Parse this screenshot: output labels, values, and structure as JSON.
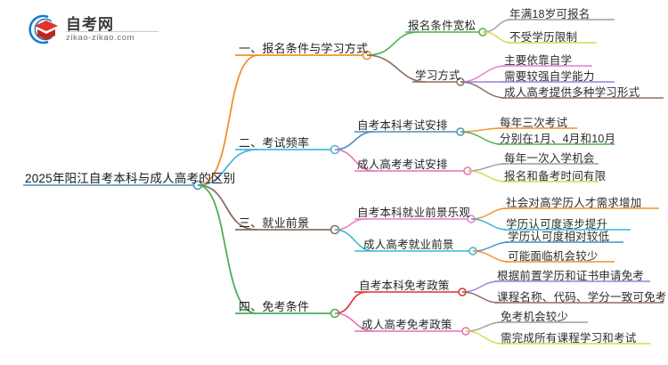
{
  "logo": {
    "name_cn": "自考网",
    "name_en": "zikao-zikao.com",
    "mark_colors": {
      "ring": "#1a7bc4",
      "book": "#e0352b",
      "book_dark": "#c0261f"
    }
  },
  "mindmap": {
    "root": {
      "label": "2025年阳江自考本科与成人高考的区别",
      "color": "#4a90c4"
    },
    "branches": [
      {
        "label": "一、报名条件与学习方式",
        "color": "#f0922b",
        "children": [
          {
            "label": "报名条件宽松",
            "color": "#4caf50",
            "children": [
              {
                "label": "年满18岁可报名",
                "color": "#9e9e9e"
              },
              {
                "label": "不受学历限制",
                "color": "#d8d84a"
              }
            ]
          },
          {
            "label": "学习方式",
            "color": "#8d6e63",
            "children": [
              {
                "label": "主要依靠自学",
                "color": "#e87fd0"
              },
              {
                "label": "需要较强自学能力",
                "color": "#9c7fe0"
              },
              {
                "label": "成人高考提供多种学习形式",
                "color": "#8d6e63"
              }
            ]
          }
        ]
      },
      {
        "label": "二、考试频率",
        "color": "#4ab8d8",
        "children": [
          {
            "label": "自考本科考试安排",
            "color": "#4a90c4",
            "children": [
              {
                "label": "每年三次考试",
                "color": "#f0922b"
              },
              {
                "label": "分别在1月、4月和10月",
                "color": "#4caf50"
              }
            ]
          },
          {
            "label": "成人高考考试安排",
            "color": "#e86fb8",
            "children": [
              {
                "label": "每年一次入学机会",
                "color": "#9e9e9e"
              },
              {
                "label": "报名和备考时间有限",
                "color": "#d8d84a"
              }
            ]
          }
        ]
      },
      {
        "label": "三、就业前景",
        "color": "#8d6e63",
        "children": [
          {
            "label": "自考本科就业前景乐观",
            "color": "#e87fd0",
            "children": [
              {
                "label": "社会对高学历人才需求增加",
                "color": "#f0922b"
              },
              {
                "label": "学历认可度逐步提升",
                "color": "#35b8cf"
              }
            ]
          },
          {
            "label": "成人高考就业前景",
            "color": "#35b8cf",
            "children": [
              {
                "label": "学历认可度相对较低",
                "color": "#4a90c4"
              },
              {
                "label": "可能面临机会较少",
                "color": "#f0922b"
              }
            ]
          }
        ]
      },
      {
        "label": "四、免考条件",
        "color": "#4caf50",
        "children": [
          {
            "label": "自考本科免考政策",
            "color": "#e03030",
            "children": [
              {
                "label": "根据前置学历和证书申请免考",
                "color": "#9c7fe0"
              },
              {
                "label": "课程名称、代码、学分一致可免考",
                "color": "#8d6e63"
              }
            ]
          },
          {
            "label": "成人高考免考政策",
            "color": "#e86fb8",
            "children": [
              {
                "label": "免考机会较少",
                "color": "#9e9e9e"
              },
              {
                "label": "需完成所有课程学习和考试",
                "color": "#d8d84a"
              }
            ]
          }
        ]
      }
    ]
  }
}
